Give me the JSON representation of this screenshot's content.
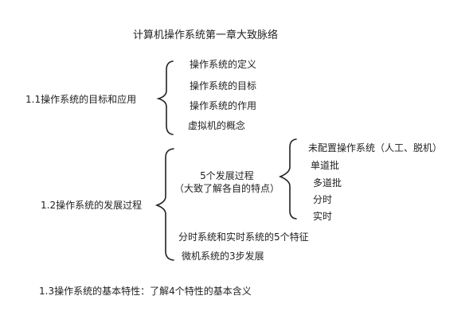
{
  "title": "计算机操作系统第一章大致脉络",
  "section1": {
    "label": "1.1操作系统的目标和应用",
    "items": [
      "操作系统的定义",
      "操作系统的目标",
      "操作系统的作用",
      "虚拟机的概念"
    ]
  },
  "section2": {
    "label": "1.2操作系统的发展过程",
    "sub": {
      "label_line1": "5个发展过程",
      "label_line2": "（大致了解各自的特点）",
      "items": [
        "未配置操作系统（人工、脱机）",
        "单道批",
        "多道批",
        "分时",
        "实时"
      ]
    },
    "items": [
      "分时系统和实时系统的5个特征",
      "微机系统的3步发展"
    ]
  },
  "section3": {
    "label": "1.3操作系统的基本特性：了解4个特性的基本含义"
  },
  "colors": {
    "text": "#222222",
    "brace": "#222222",
    "background": "#ffffff"
  }
}
